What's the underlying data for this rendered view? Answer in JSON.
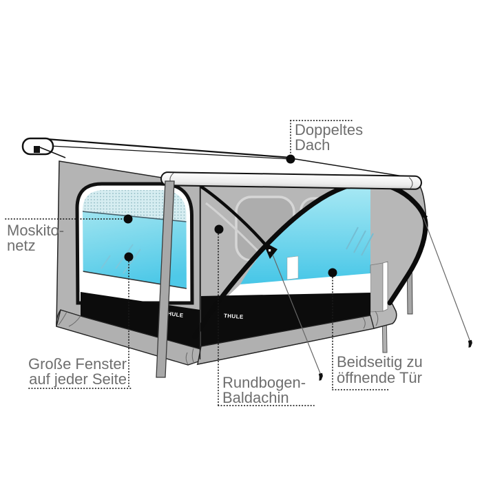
{
  "diagram_labels": {
    "double_roof": {
      "lines": [
        "Doppeltes",
        "Dach"
      ]
    },
    "mosquito_net": {
      "lines": [
        "Moskito-",
        "netz"
      ]
    },
    "large_windows": {
      "lines": [
        "Große Fenster",
        "auf jeder Seite"
      ]
    },
    "arch_canopy": {
      "lines": [
        "Rundbogen-",
        "Baldachin"
      ]
    },
    "double_door": {
      "lines": [
        "Beidseitig zu",
        "öffnende Tür"
      ]
    }
  },
  "branding": {
    "logo_text": "THULE"
  },
  "peg_glyph": ",",
  "colors": {
    "fabric_gray": "#b6b6b6",
    "band_black": "#0c0c0c",
    "window_blue_top": "#a9e9f4",
    "window_blue_bottom": "#46c6e7",
    "mesh_blue": "#d6edf1",
    "label_gray": "#6e6e6e"
  }
}
